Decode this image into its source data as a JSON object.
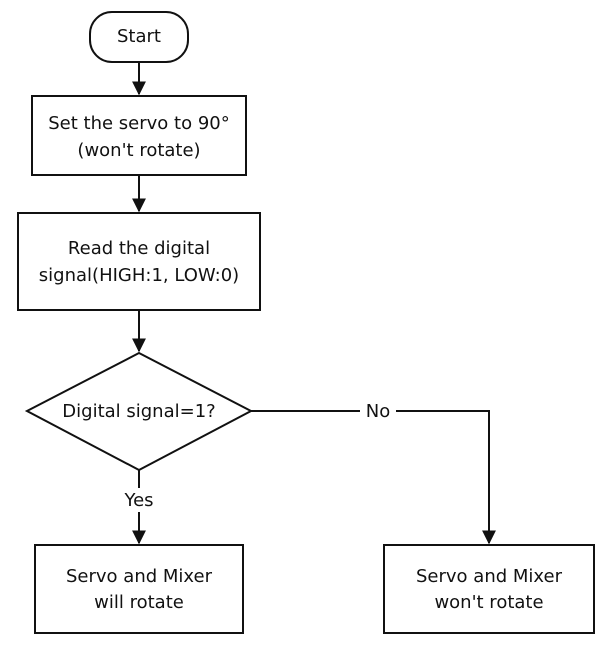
{
  "nodes": {
    "start": {
      "lines": [
        "Start"
      ]
    },
    "set_servo": {
      "lines": [
        "Set the servo to 90°",
        "(won't rotate)"
      ]
    },
    "read_signal": {
      "lines": [
        "Read the digital",
        "signal(HIGH:1, LOW:0)"
      ]
    },
    "decision": {
      "lines": [
        "Digital signal=1?"
      ]
    },
    "rotate": {
      "lines": [
        "Servo and Mixer",
        "will rotate"
      ]
    },
    "no_rotate": {
      "lines": [
        "Servo and Mixer",
        "won't rotate"
      ]
    }
  },
  "edges": {
    "yes_label": "Yes",
    "no_label": "No"
  },
  "colors": {
    "stroke": "#111111",
    "fill": "#ffffff",
    "text": "#111111"
  }
}
